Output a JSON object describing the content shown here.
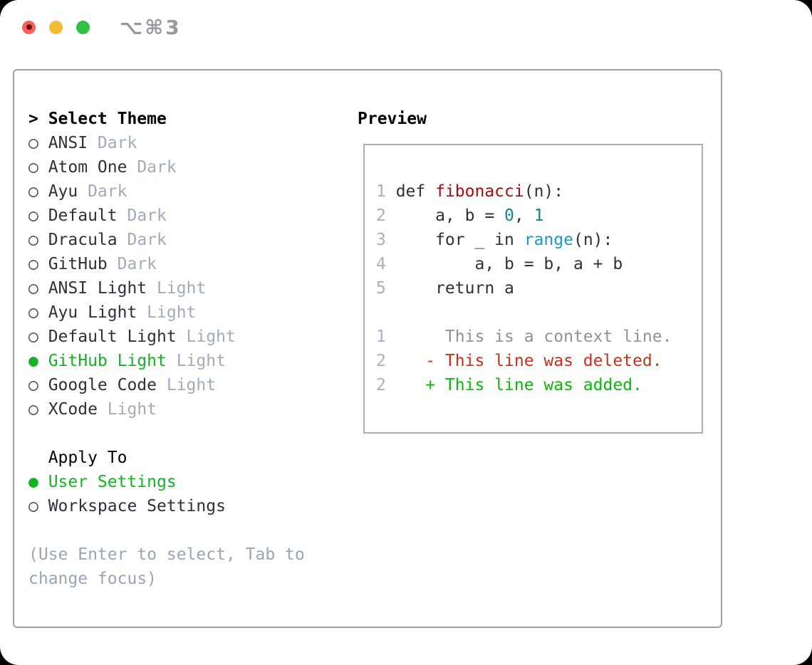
{
  "window": {
    "shortcut": "⌥⌘3"
  },
  "theme_panel": {
    "header": {
      "prefix": ">",
      "label": "Select Theme"
    },
    "items": [
      {
        "name": "ANSI",
        "variant": "Dark",
        "selected": false
      },
      {
        "name": "Atom One",
        "variant": "Dark",
        "selected": false
      },
      {
        "name": "Ayu",
        "variant": "Dark",
        "selected": false
      },
      {
        "name": "Default",
        "variant": "Dark",
        "selected": false
      },
      {
        "name": "Dracula",
        "variant": "Dark",
        "selected": false
      },
      {
        "name": "GitHub",
        "variant": "Dark",
        "selected": false
      },
      {
        "name": "ANSI Light",
        "variant": "Light",
        "selected": false
      },
      {
        "name": "Ayu Light",
        "variant": "Light",
        "selected": false
      },
      {
        "name": "Default Light",
        "variant": "Light",
        "selected": false
      },
      {
        "name": "GitHub Light",
        "variant": "Light",
        "selected": true
      },
      {
        "name": "Google Code",
        "variant": "Light",
        "selected": false
      },
      {
        "name": "XCode",
        "variant": "Light",
        "selected": false
      }
    ],
    "apply_to": {
      "label": "Apply To",
      "options": [
        {
          "name": "User Settings",
          "selected": true
        },
        {
          "name": "Workspace Settings",
          "selected": false
        }
      ]
    },
    "hint": "(Use Enter to select, Tab to change focus)"
  },
  "preview": {
    "label": "Preview",
    "code_lines": [
      {
        "num": "1",
        "segments": [
          {
            "t": " def ",
            "c": "code"
          },
          {
            "t": "fibonacci",
            "c": "func"
          },
          {
            "t": "(n):",
            "c": "code"
          }
        ]
      },
      {
        "num": "2",
        "segments": [
          {
            "t": "     a, b = ",
            "c": "code"
          },
          {
            "t": "0",
            "c": "num"
          },
          {
            "t": ", ",
            "c": "code"
          },
          {
            "t": "1",
            "c": "num"
          }
        ]
      },
      {
        "num": "3",
        "segments": [
          {
            "t": "     for _ in ",
            "c": "code"
          },
          {
            "t": "range",
            "c": "builtin"
          },
          {
            "t": "(n):",
            "c": "code"
          }
        ]
      },
      {
        "num": "4",
        "segments": [
          {
            "t": "         a, b = b, a + b",
            "c": "code"
          }
        ]
      },
      {
        "num": "5",
        "segments": [
          {
            "t": "     return a",
            "c": "code"
          }
        ]
      },
      {
        "num": "",
        "segments": []
      },
      {
        "num": "1",
        "segments": [
          {
            "t": "      This is a context line.",
            "c": "context"
          }
        ]
      },
      {
        "num": "2",
        "segments": [
          {
            "t": "    - This line was deleted.",
            "c": "del"
          }
        ]
      },
      {
        "num": "2",
        "segments": [
          {
            "t": "    + This line was added.",
            "c": "add"
          }
        ]
      }
    ]
  },
  "markers": {
    "selected": "●",
    "unselected": "○"
  },
  "palette": {
    "pageBg": "#000000",
    "windowBg": "#ffffff",
    "panelBorder": "#99a1ac",
    "boxBorder": "#a8aeb6",
    "titleGray": "#98989d",
    "trafficRed": "#f8605a",
    "trafficRedDot": "#6b0f12",
    "trafficYellow": "#f5bb31",
    "trafficGreen": "#2fc244",
    "headerText": "#000000",
    "text": "#2e3238",
    "marker": "#383c42",
    "muted": "#a3abb9",
    "hintGray": "#9aa4b4",
    "sel": "#12b325",
    "code": "#2e3238",
    "func": "#a01212",
    "num": "#0e8787",
    "builtin": "#1b98cc",
    "context": "#8f9399",
    "del": "#c5311d",
    "add": "#0eb50e",
    "lineno": "#a9b1c0"
  }
}
